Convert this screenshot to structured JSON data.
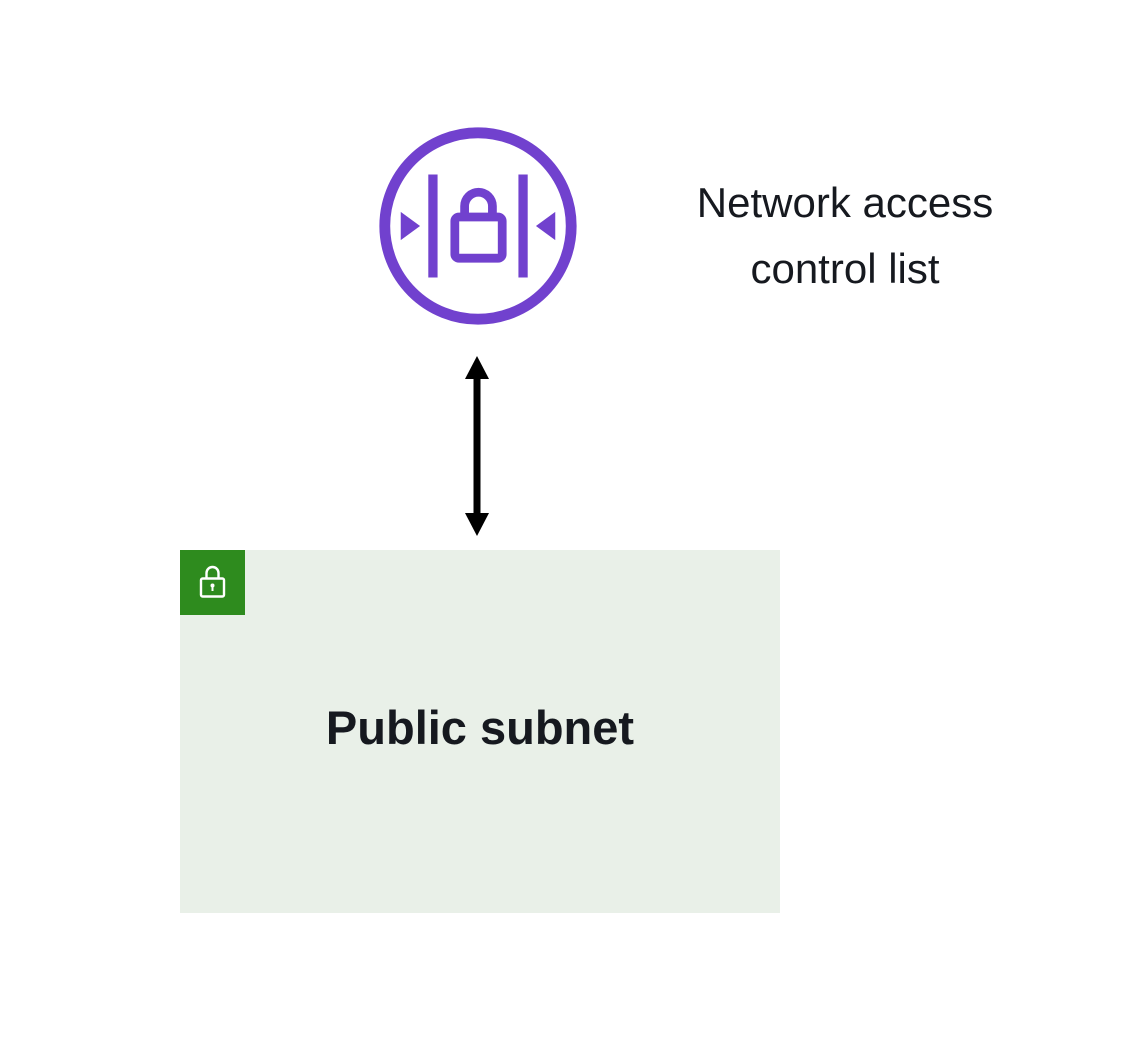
{
  "diagram": {
    "nacl": {
      "label": "Network access control list",
      "icon": "network-acl-icon"
    },
    "connector": {
      "icon": "double-headed-arrow-icon",
      "direction": "vertical"
    },
    "subnet": {
      "label": "Public subnet",
      "icon": "subnet-padlock-icon"
    }
  },
  "colors": {
    "purple": "#7141CE",
    "green": "#2E8B1E",
    "subnet_fill": "#E9F0E8",
    "text": "#16191F",
    "arrow": "#000000"
  }
}
